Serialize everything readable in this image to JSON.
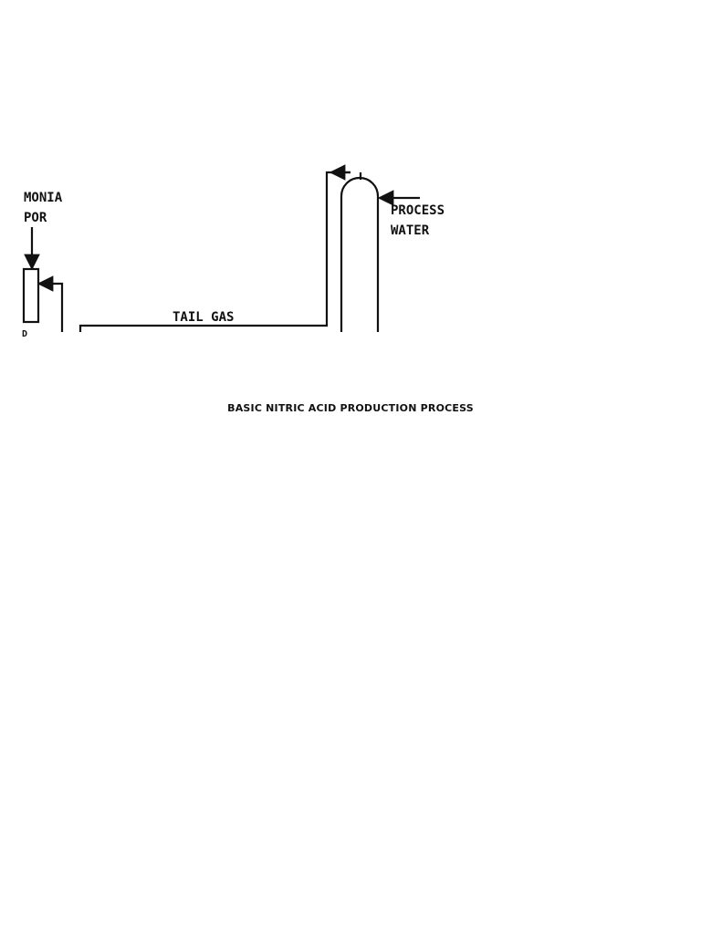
{
  "diagram": {
    "labels": {
      "feed_line1": "MONIA",
      "feed_line2": "POR",
      "tail_gas": "TAIL GAS",
      "process_water_line1": "PROCESS",
      "process_water_line2": "WATER",
      "edge_mark": "D"
    }
  },
  "caption": "BASIC NITRIC ACID PRODUCTION PROCESS"
}
